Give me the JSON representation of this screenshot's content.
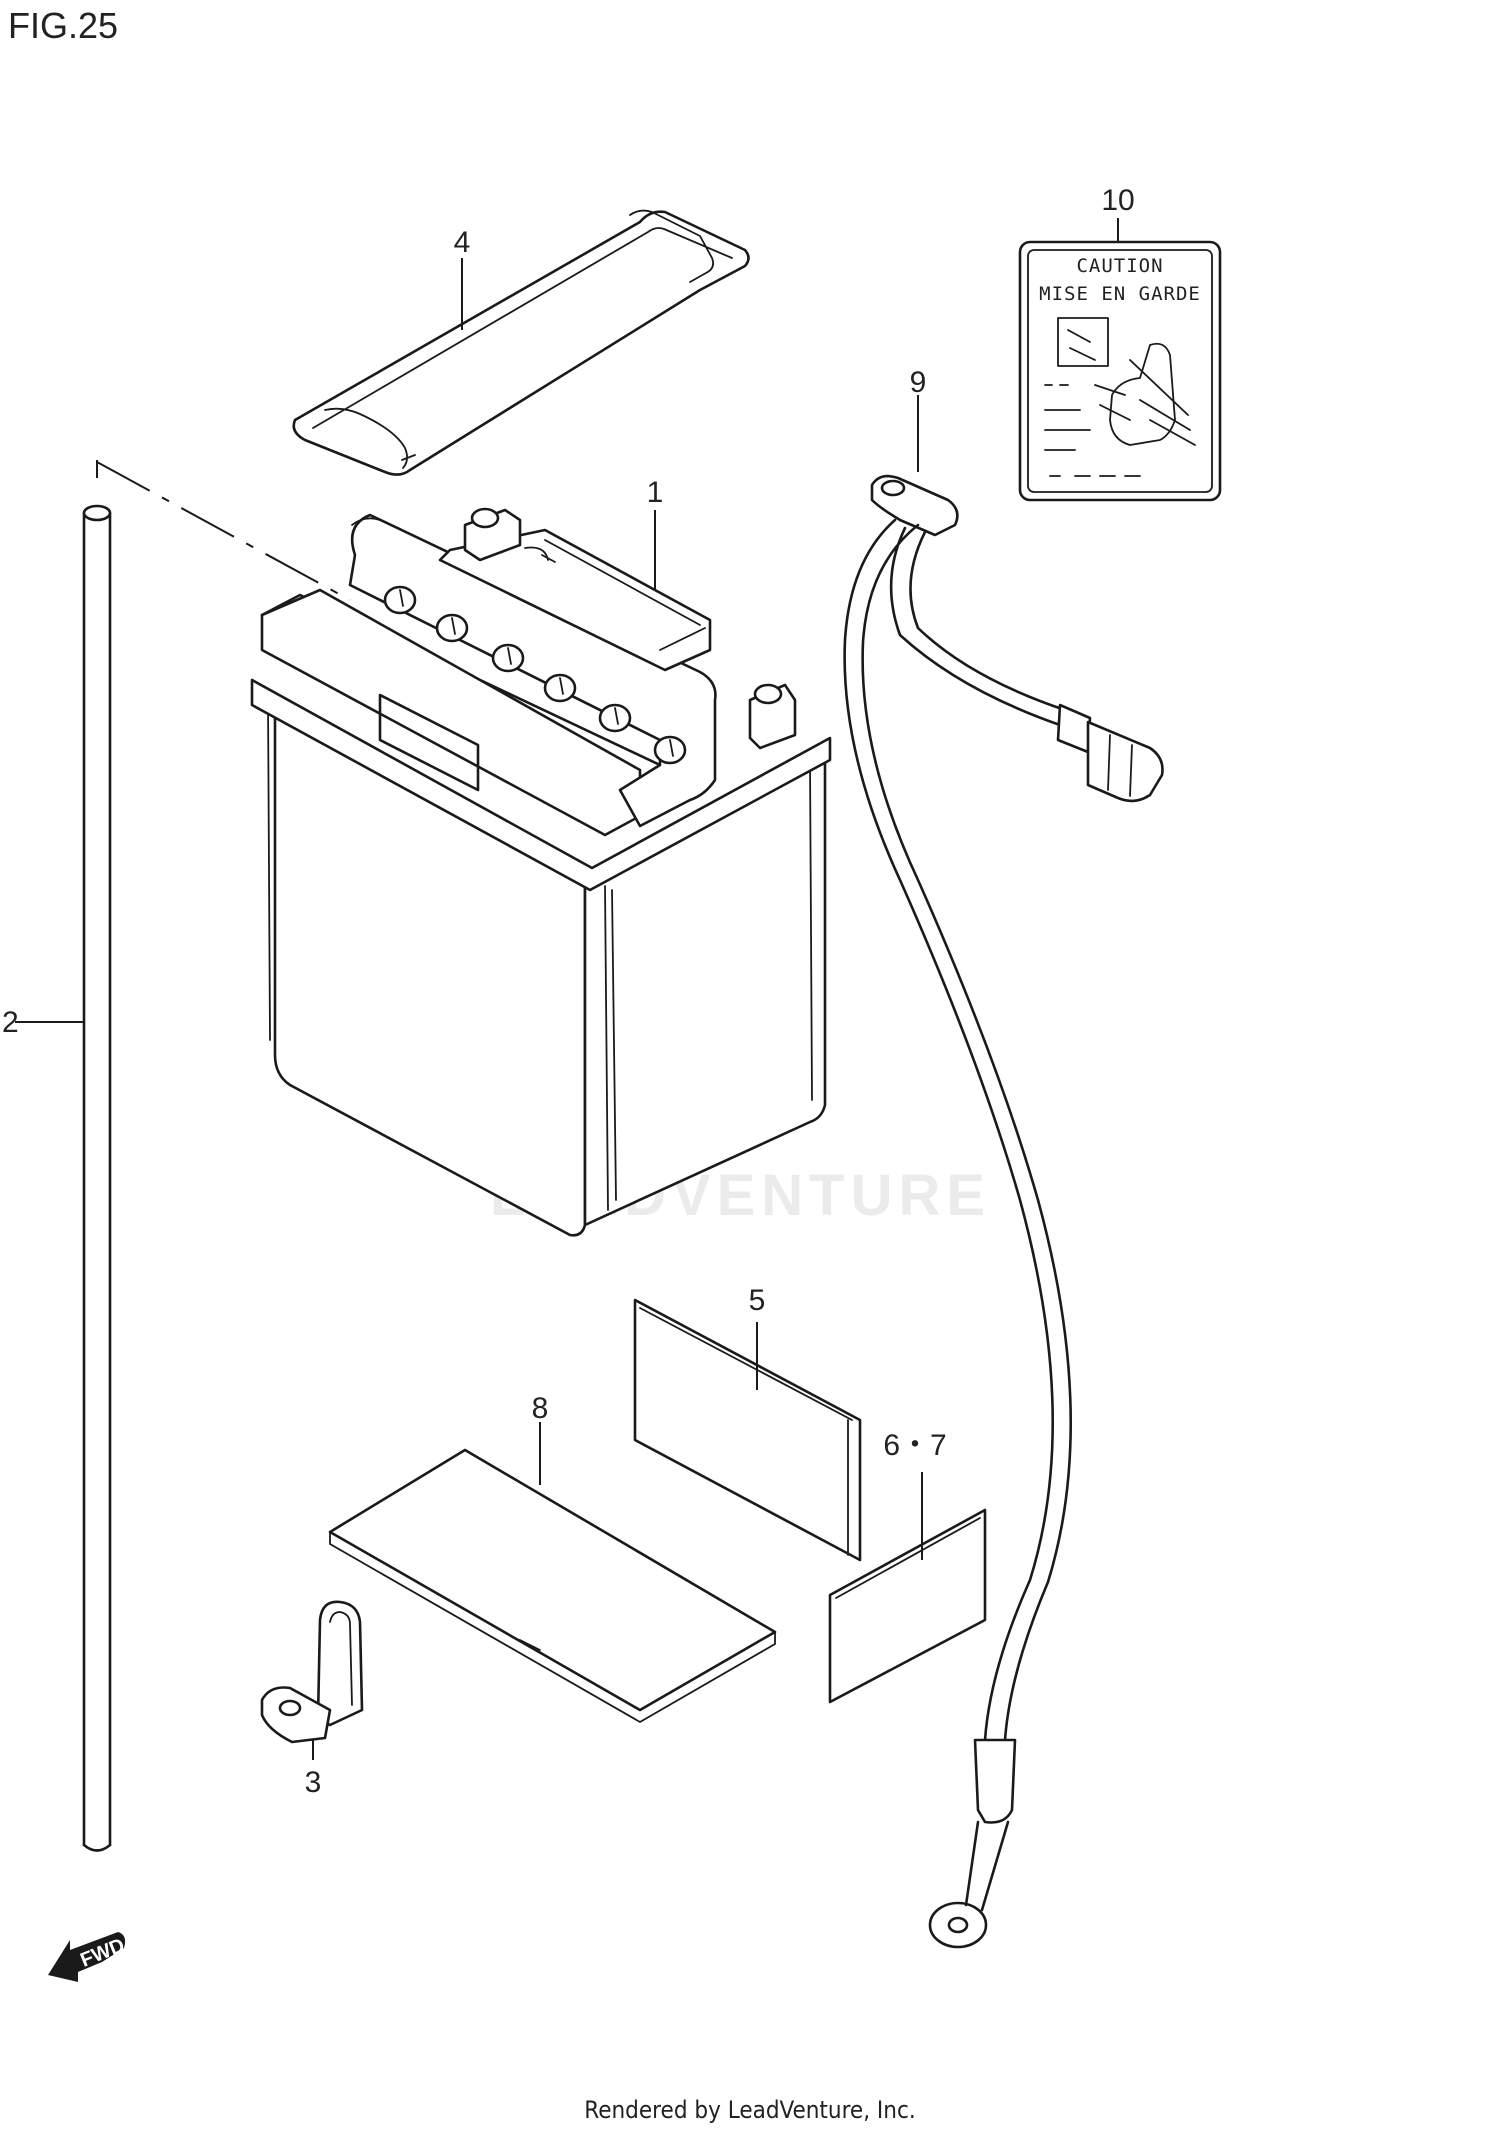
{
  "figure": {
    "title": "FIG.25"
  },
  "callouts": {
    "battery": "1",
    "breather_hose": "2",
    "clamp": "3",
    "battery_band": "4",
    "battery_cushion": "5",
    "cushion_6_7": "6・7",
    "battery_plate": "8",
    "cable": "9",
    "caution_label": "10"
  },
  "caution_label": {
    "line1": "CAUTION",
    "line2": "MISE EN GARDE"
  },
  "fwd_arrow": {
    "text": "FWD",
    "icon": "forward-arrow-icon"
  },
  "watermark": {
    "text": "LEADVENTURE",
    "icon": "leadventure-flame-logo"
  },
  "footer": {
    "text": "Rendered by LeadVenture, Inc."
  },
  "colors": {
    "line": "#1a1a1a",
    "background": "#ffffff",
    "watermark": "#ebebeb"
  }
}
